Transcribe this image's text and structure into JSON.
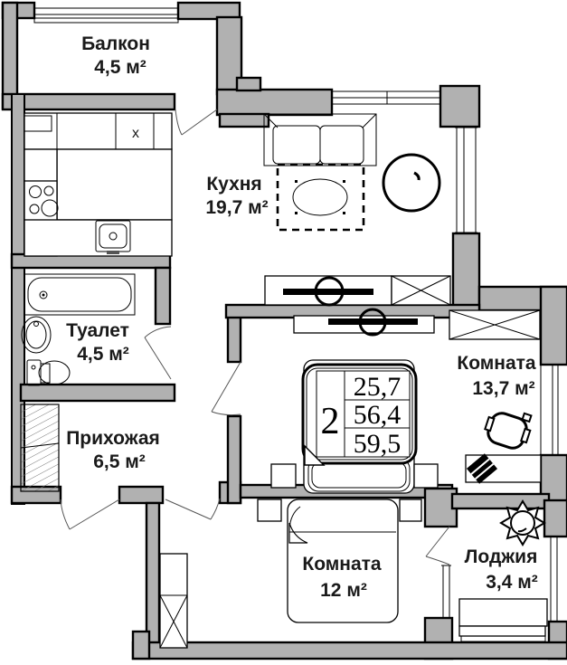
{
  "colors": {
    "wall_fill": "#b1b1b1",
    "wall_stroke": "#000000",
    "label_color": "#1a1a1a",
    "background": "#ffffff"
  },
  "rooms": {
    "balcony": {
      "name": "Балкон",
      "area": "4,5 м²"
    },
    "kitchen": {
      "name": "Кухня",
      "area": "19,7 м²",
      "cabinet_mark": "x"
    },
    "toilet": {
      "name": "Туалет",
      "area": "4,5 м²"
    },
    "hallway": {
      "name": "Прихожая",
      "area": "6,5 м²"
    },
    "room1": {
      "name": "Комната",
      "area": "13,7 м²"
    },
    "room2": {
      "name": "Комната",
      "area": "12 м²"
    },
    "loggia": {
      "name": "Лоджия",
      "area": "3,4 м²"
    }
  },
  "stamp": {
    "rooms_count": "2",
    "living_area": "25,7",
    "apartment_area": "56,4",
    "total_area": "59,5"
  }
}
